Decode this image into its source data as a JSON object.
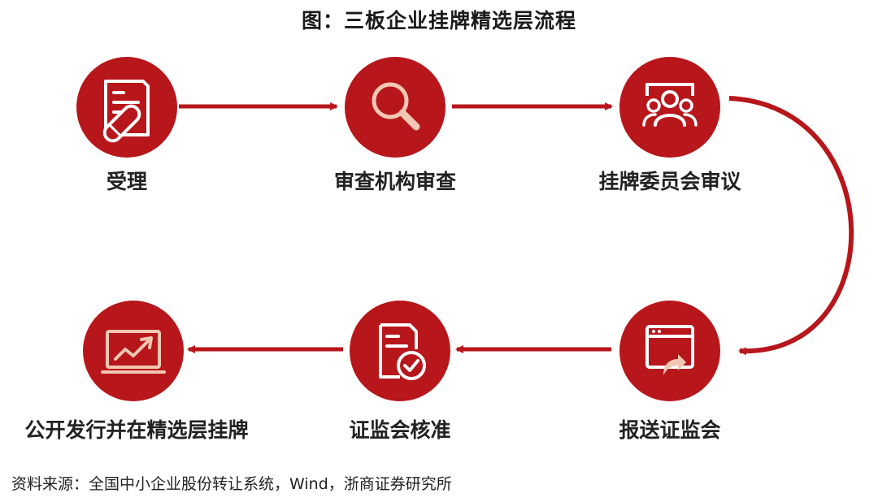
{
  "title": "图：三板企业挂牌精选层流程",
  "steps": [
    {
      "label": "受理",
      "icon": "document-pen-icon"
    },
    {
      "label": "审查机构审查",
      "icon": "magnifier-icon"
    },
    {
      "label": "挂牌委员会审议",
      "icon": "committee-icon"
    },
    {
      "label": "报送证监会",
      "icon": "upload-window-icon"
    },
    {
      "label": "证监会核准",
      "icon": "approved-document-icon"
    },
    {
      "label": "公开发行并在精选层挂牌",
      "icon": "trend-monitor-icon"
    }
  ],
  "source": "资料来源：全国中小企业股份转让系统，Wind，浙商证券研究所",
  "colors": {
    "accent": "#b7161b",
    "text": "#222222",
    "icon_line": "#ffffff",
    "icon_highlight": "#f2c7b3"
  }
}
